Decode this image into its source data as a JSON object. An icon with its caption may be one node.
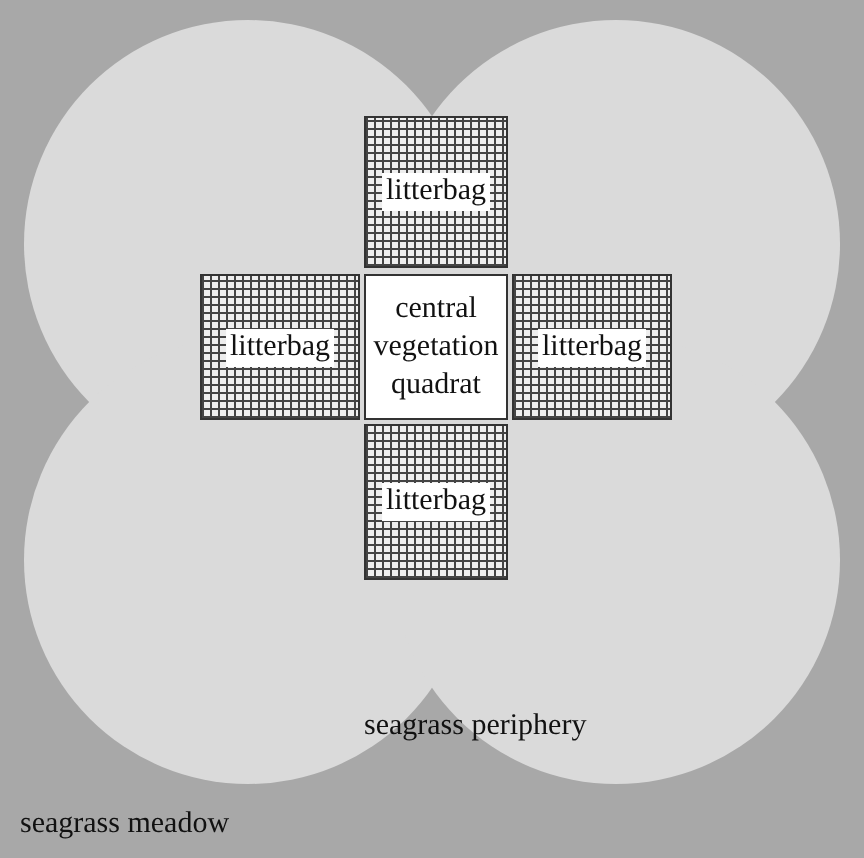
{
  "diagram": {
    "nodes": [
      {
        "text": [
          "seagrass meadow"
        ]
      },
      {
        "text": [
          "seagrass periphery"
        ],
        "in": 0
      },
      {
        "text": [
          "litterbag"
        ],
        "in": 1
      },
      {
        "text": [
          "litterbag"
        ],
        "in": 1
      },
      {
        "text": [
          "central vegetation quadrat"
        ],
        "in": 1
      },
      {
        "text": [
          "litterbag"
        ],
        "in": 1
      },
      {
        "text": [
          "litterbag"
        ],
        "in": 1
      }
    ]
  }
}
